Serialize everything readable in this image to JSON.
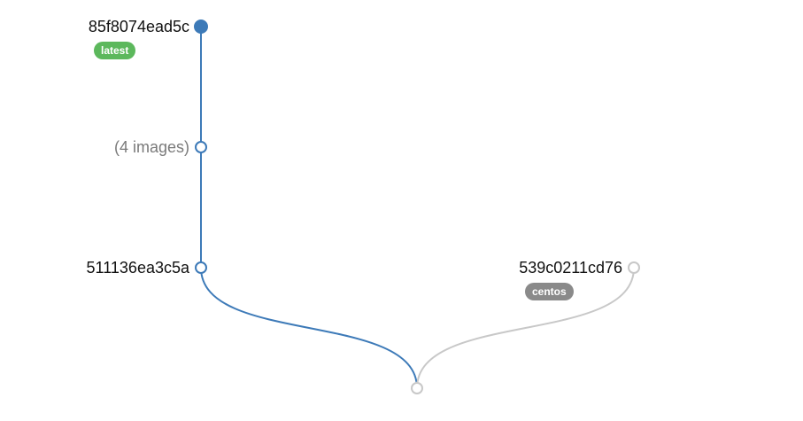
{
  "nodes": {
    "head": {
      "label": "85f8074ead5c",
      "tag": "latest",
      "filled": true,
      "color": "#3d7ab8"
    },
    "collapsed": {
      "label": "(4 images)",
      "filled": false,
      "color": "#3d7ab8"
    },
    "base": {
      "label": "511136ea3c5a",
      "filled": false,
      "color": "#3d7ab8"
    },
    "centos": {
      "label": "539c0211cd76",
      "tag": "centos",
      "filled": false,
      "color": "#c8c8c8"
    },
    "root": {
      "label": "",
      "filled": false,
      "color": "#c8c8c8"
    }
  },
  "colors": {
    "active_branch": "#3d7ab8",
    "inactive_branch": "#c8c8c8",
    "tag_latest": "#5cb85c",
    "tag_centos": "#8a8a8a"
  }
}
